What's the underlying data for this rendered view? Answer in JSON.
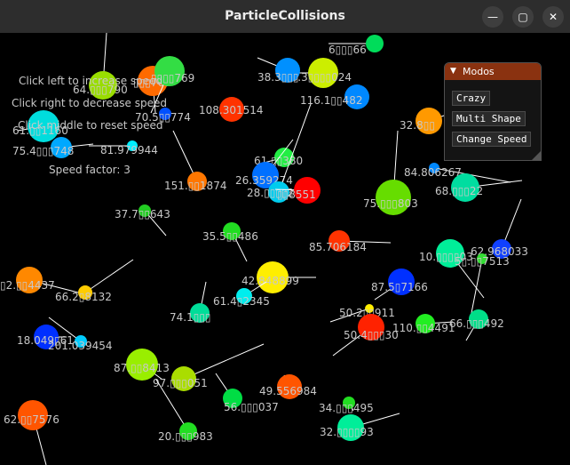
{
  "window": {
    "title": "ParticleCollisions",
    "minimize_glyph": "—",
    "maximize_glyph": "▢",
    "close_glyph": "✕"
  },
  "hud": {
    "line1": "Click left to increase speed",
    "line2": "Click right to decrease speed",
    "line3": "Click middle to reset speed",
    "speed": "Speed factor: 3"
  },
  "panel": {
    "title": "Modos",
    "arrow": "▼",
    "header_color": "#8a3210",
    "buttons": [
      "Crazy",
      "Multi Shape",
      "Change Speed"
    ]
  },
  "particles": [
    {
      "label": "6▯▯▯66",
      "color": "#00dc5a"
    },
    {
      "label": "38.3▯▯▯▯024",
      "color": "#ccee00"
    },
    {
      "label": "38.3▯▯▯",
      "color": "#0090ff"
    },
    {
      "label": "64.▯▯▯790",
      "color": "#99dd00"
    },
    {
      "label": "▯▯▯769",
      "color": "#ff6a00"
    },
    {
      "label": "▯▯▯▯769",
      "color": "#33dd44"
    },
    {
      "label": "70.5▯▯774",
      "color": "#0050ff"
    },
    {
      "label": "116.1▯▯482",
      "color": "#0088ff"
    },
    {
      "label": "108.301514",
      "color": "#ff3300"
    },
    {
      "label": "61.▯▯1160",
      "color": "#00dddd"
    },
    {
      "label": "75.4▯▯▯748",
      "color": "#00a8ff"
    },
    {
      "label": "81.979944",
      "color": "#00eeff"
    },
    {
      "label": "32.8▯▯",
      "color": "#ff9900"
    },
    {
      "label": "61.▯▯380",
      "color": "#22ee44"
    },
    {
      "label": "84.806267",
      "color": "#0088ff"
    },
    {
      "label": "26.359274",
      "color": "#0070ff"
    },
    {
      "label": "28.▯▯▯▯28",
      "color": "#00ccee"
    },
    {
      "label": "▯▯8551",
      "color": "#ff0000"
    },
    {
      "label": "151.▯▯1874",
      "color": "#ff7700"
    },
    {
      "label": "68.▯▯▯22",
      "color": "#00dda0"
    },
    {
      "label": "75.▯▯▯803",
      "color": "#66dd00"
    },
    {
      "label": "37.7▯▯643",
      "color": "#22cc22"
    },
    {
      "label": "35.5▯▯486",
      "color": "#22dd22"
    },
    {
      "label": "85.706184",
      "color": "#ff3300"
    },
    {
      "label": "10.▯▯▯▯03",
      "color": "#00ee99"
    },
    {
      "label": "62.968033",
      "color": "#1040ff"
    },
    {
      "label": "5▯.▯▯7513",
      "color": "#33dd33"
    },
    {
      "label": "▯2.▯▯4437",
      "color": "#ff8800"
    },
    {
      "label": "66.2▯8132",
      "color": "#ffcc00"
    },
    {
      "label": "42.848899",
      "color": "#ffee00"
    },
    {
      "label": "87.5▯7166",
      "color": "#0030ff"
    },
    {
      "label": "61.4▯2345",
      "color": "#00eeee"
    },
    {
      "label": "74.1▯▯▯",
      "color": "#00dd99"
    },
    {
      "label": "50.2▯▯911",
      "color": "#ffee00"
    },
    {
      "label": "50.4▯▯▯30",
      "color": "#ff2200"
    },
    {
      "label": "110.▯▯4491",
      "color": "#22ee22"
    },
    {
      "label": "66.▯▯▯492",
      "color": "#00dd88"
    },
    {
      "label": "18.049▯61",
      "color": "#0030ff"
    },
    {
      "label": "201.039454",
      "color": "#00ccff"
    },
    {
      "label": "87.▯▯8413",
      "color": "#99ee00"
    },
    {
      "label": "97.▯▯▯051",
      "color": "#aadd00"
    },
    {
      "label": "49.556984",
      "color": "#ff5500"
    },
    {
      "label": "56.▯▯▯037",
      "color": "#00dd44"
    },
    {
      "label": "34.▯▯▯495",
      "color": "#22dd22"
    },
    {
      "label": "32.▯▯▯▯93",
      "color": "#00ee99"
    },
    {
      "label": "62.▯▯7576",
      "color": "#ff5500"
    },
    {
      "label": "20.▯▯▯983",
      "color": "#22dd22"
    }
  ]
}
